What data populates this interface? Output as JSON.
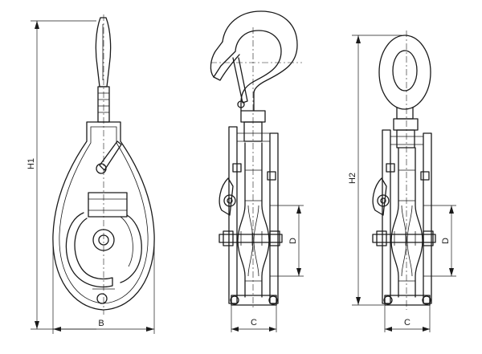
{
  "labels": {
    "h1": "H1",
    "b": "B",
    "c_hook": "C",
    "d_hook": "D",
    "h2": "H2",
    "c_eye": "C",
    "d_eye": "D"
  },
  "colors": {
    "line": "#1a1a1a",
    "background": "#ffffff"
  }
}
